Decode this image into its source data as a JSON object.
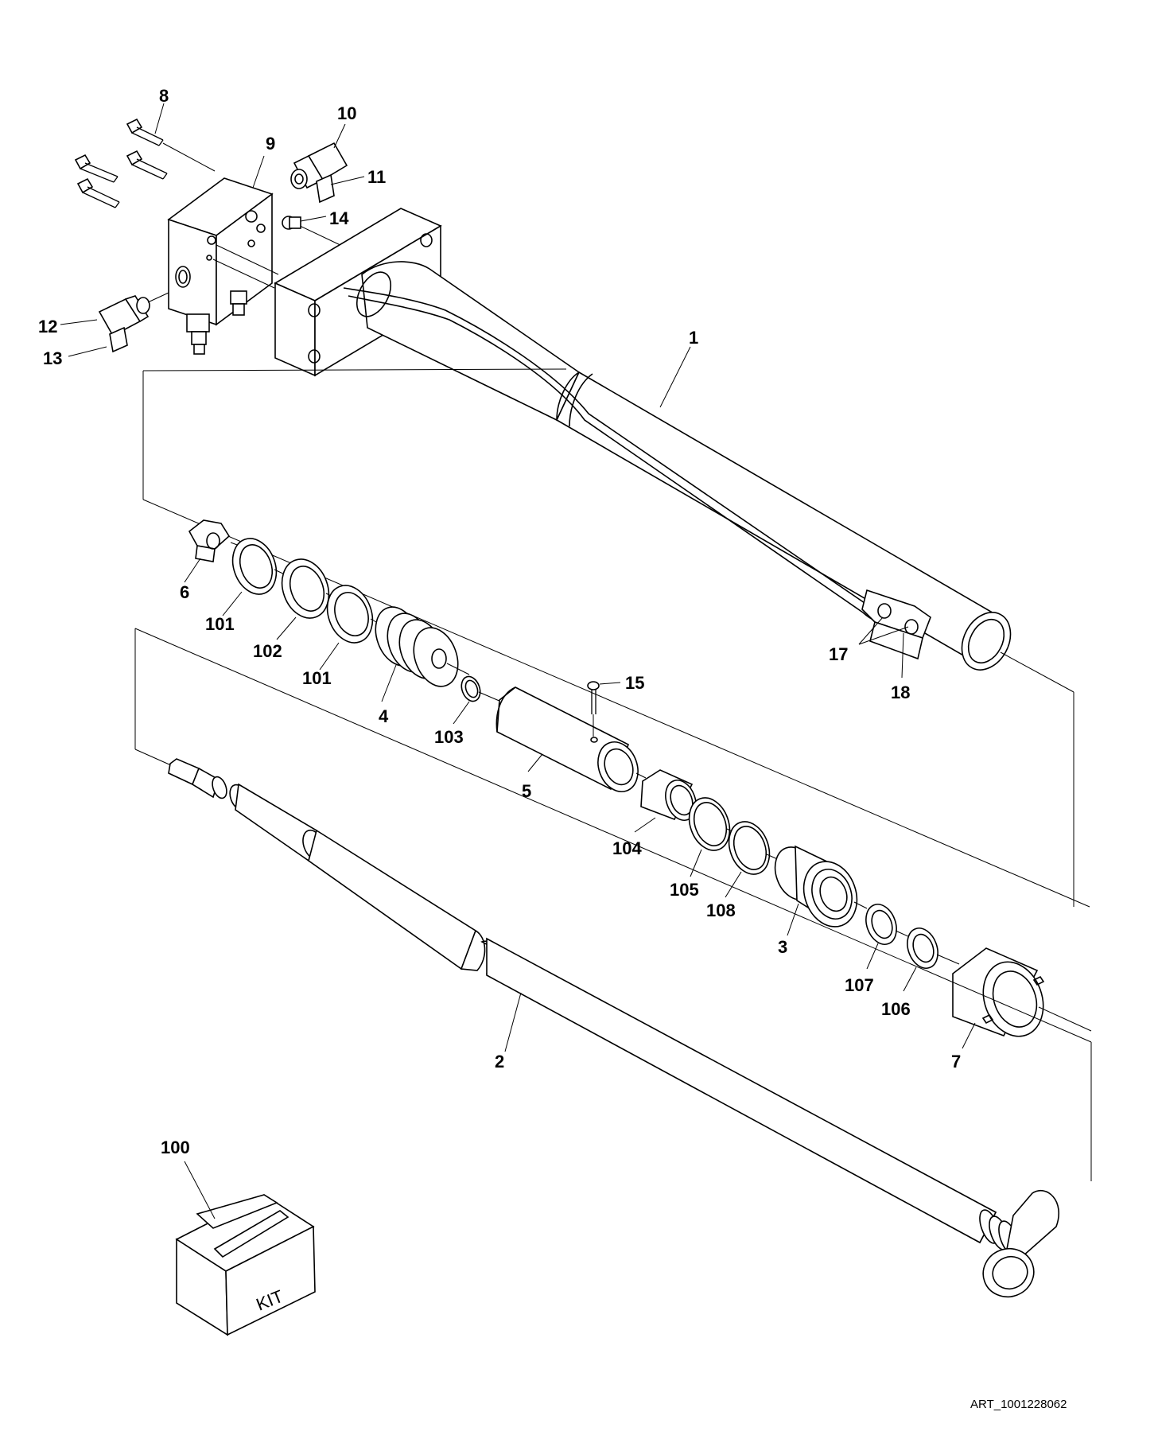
{
  "labels": {
    "l1": "1",
    "l2": "2",
    "l3": "3",
    "l4": "4",
    "l5": "5",
    "l6": "6",
    "l7": "7",
    "l8": "8",
    "l9": "9",
    "l10": "10",
    "l11": "11",
    "l12": "12",
    "l13": "13",
    "l14": "14",
    "l15": "15",
    "l17": "17",
    "l18": "18",
    "l100": "100",
    "l101a": "101",
    "l101b": "101",
    "l102": "102",
    "l103": "103",
    "l104": "104",
    "l105": "105",
    "l106": "106",
    "l107": "107",
    "l108": "108"
  },
  "kit_text": "KIT",
  "art_number": "ART_1001228062"
}
